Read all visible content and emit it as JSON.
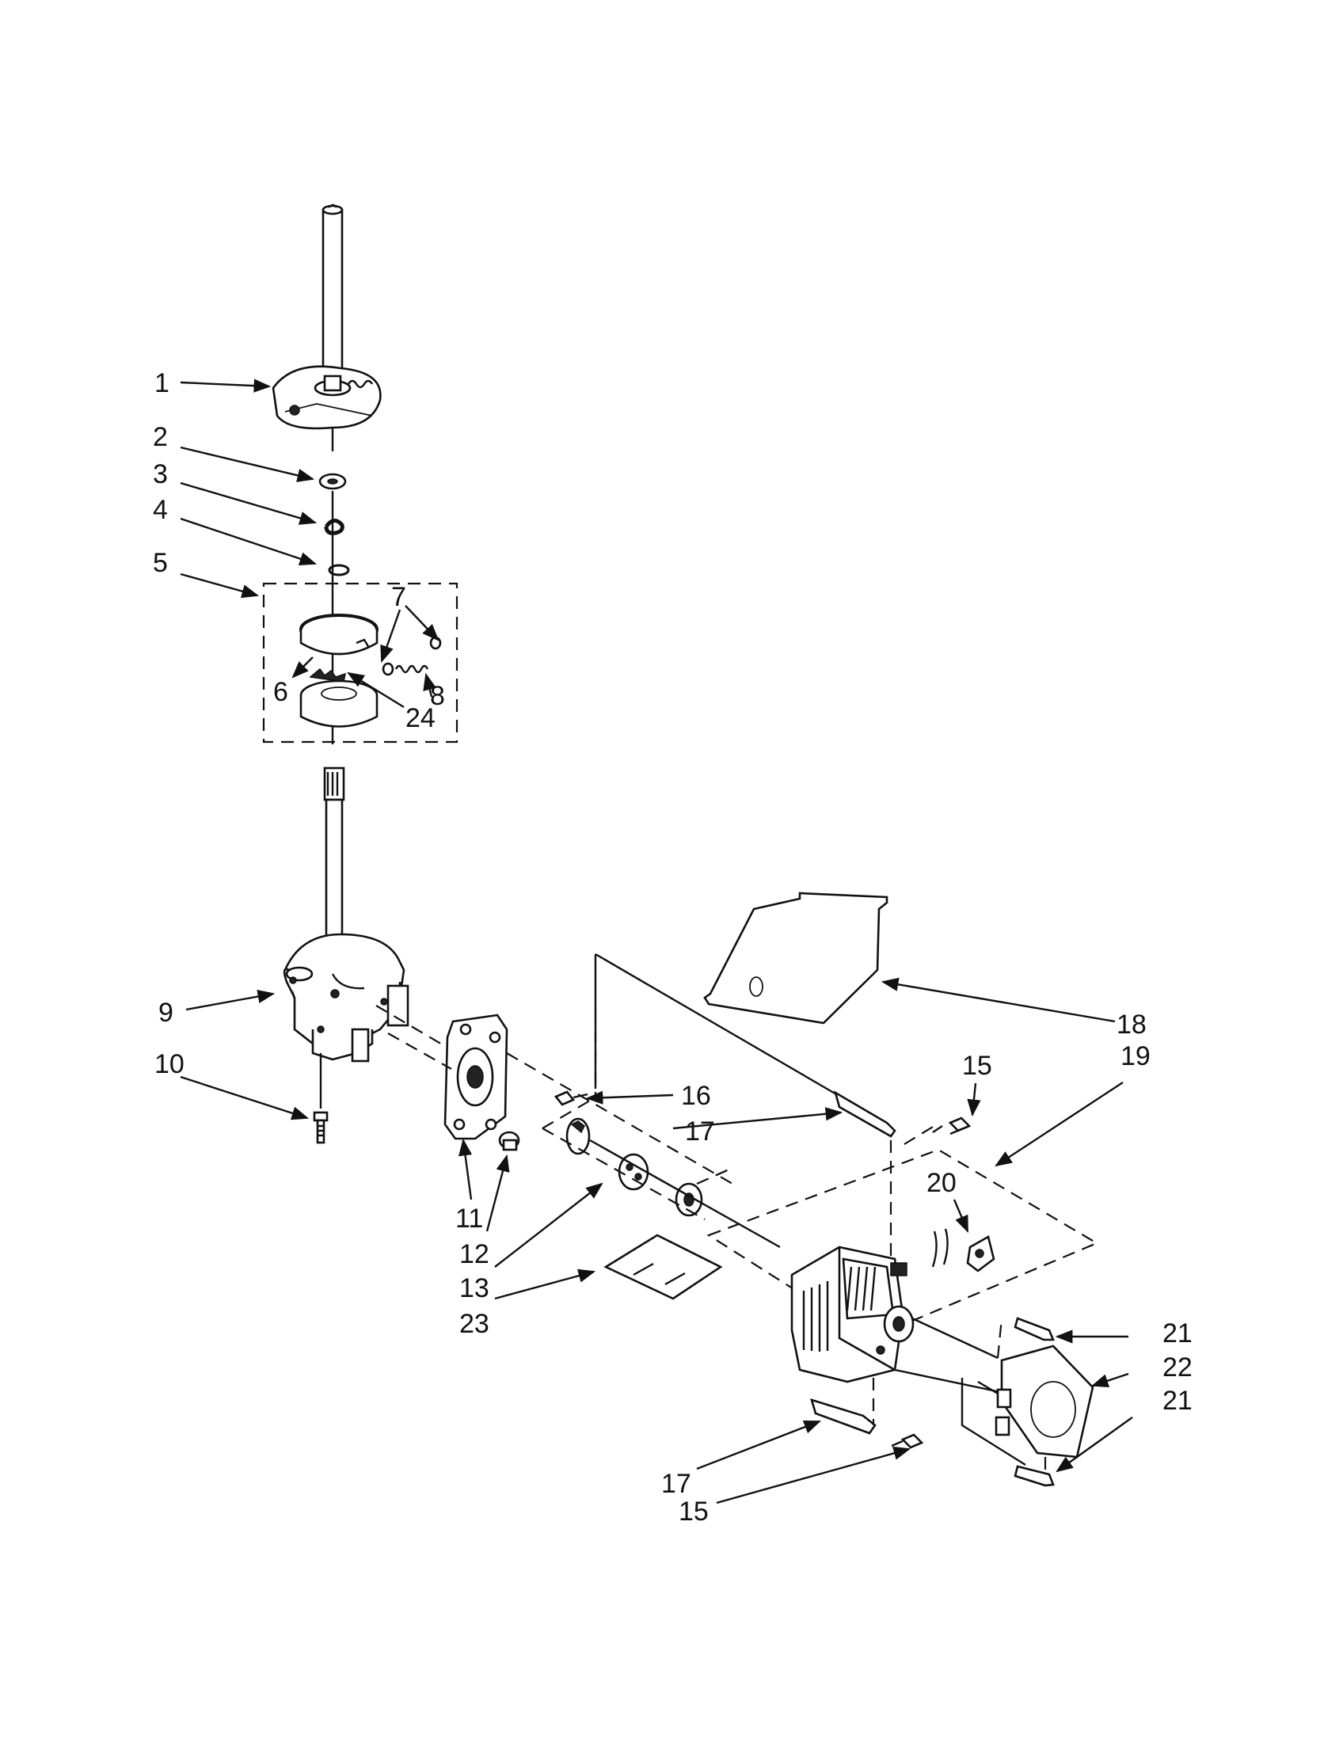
{
  "callouts": [
    "1",
    "2",
    "3",
    "4",
    "5",
    "6",
    "7",
    "8",
    "24",
    "9",
    "10",
    "11",
    "12",
    "13",
    "23",
    "16",
    "17",
    "18",
    "19",
    "15",
    "20",
    "21",
    "22"
  ],
  "labels": {
    "c1": "1",
    "c2": "2",
    "c3": "3",
    "c4": "4",
    "c5": "5",
    "c6": "6",
    "c7": "7",
    "c8": "8",
    "c24": "24",
    "c9": "9",
    "c10": "10",
    "c16": "16",
    "c17a": "17",
    "c18": "18",
    "c19": "19",
    "c15a": "15",
    "c20": "20",
    "c11": "11",
    "c12": "12",
    "c13": "13",
    "c23": "23",
    "c21a": "21",
    "c22": "22",
    "c21b": "21",
    "c17b": "17",
    "c15b": "15"
  }
}
